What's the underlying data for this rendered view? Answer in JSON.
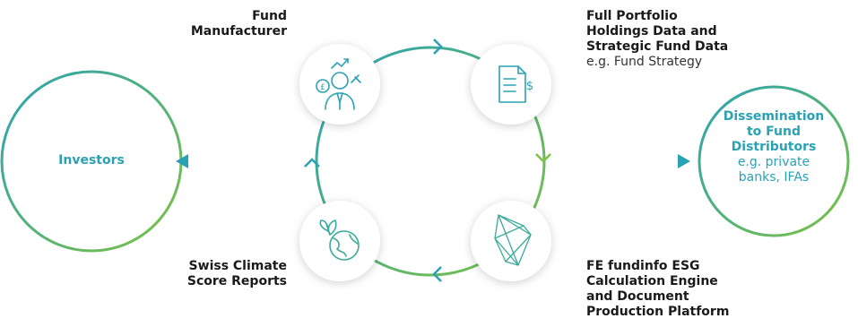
{
  "nodes": {
    "fund_manufacturer": {
      "line1": "Fund",
      "line2": "Manufacturer",
      "icon": "fund-manager-icon"
    },
    "portfolio": {
      "line1": "Full Portfolio",
      "line2": "Holdings Data and",
      "line3": "Strategic Fund Data",
      "sub": "e.g. Fund Strategy",
      "icon": "invoice-document-icon"
    },
    "engine": {
      "line1": "FE fundinfo ESG",
      "line2": "Calculation Engine",
      "line3": "and Document",
      "line4": "Production Platform",
      "icon": "polygon-network-icon"
    },
    "reports": {
      "line1": "Swiss Climate",
      "line2": "Score Reports",
      "icon": "globe-plant-icon"
    }
  },
  "investors": {
    "label": "Investors"
  },
  "dissemination": {
    "line1": "Dissemination",
    "line2": "to Fund",
    "line3": "Distributors",
    "sub1": "e.g. private",
    "sub2": "banks, IFAs"
  },
  "colors": {
    "teal": "#2aa2b4",
    "green": "#6bbf4a",
    "text": "#1a1a1a"
  }
}
